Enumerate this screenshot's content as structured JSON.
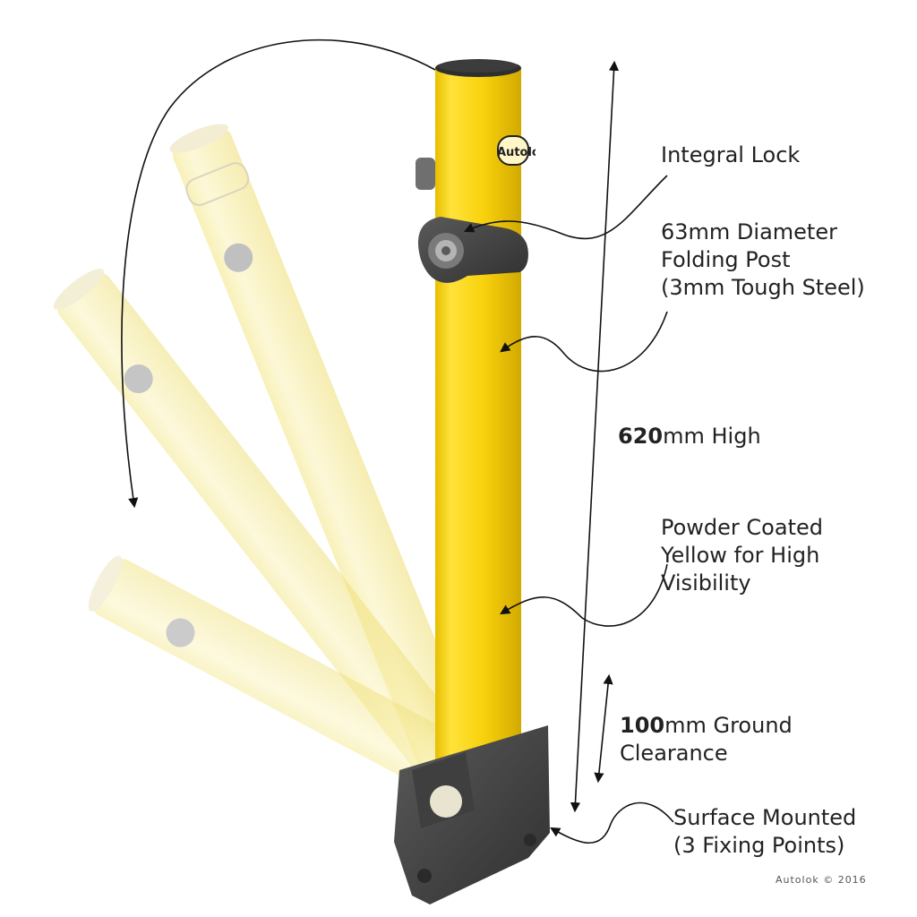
{
  "product": {
    "brand_logo": "Autolok",
    "colors": {
      "post_yellow": "#f7d417",
      "post_shadow": "#d9b200",
      "ghost_yellow": "#f8ef9e",
      "cast_iron": "#4a4a4a",
      "annotation_line": "#111111"
    }
  },
  "annotations": {
    "integral_lock": "Integral Lock",
    "folding_post": [
      "63mm Diameter",
      "Folding Post",
      "(3mm Tough Steel)"
    ],
    "height": {
      "value": "620",
      "text": "mm High"
    },
    "coating": [
      "Powder Coated",
      "Yellow for High",
      "Visibility"
    ],
    "clearance": {
      "value": "100",
      "text": "mm Ground",
      "line2": "Clearance"
    },
    "mounting": [
      "Surface Mounted",
      "(3 Fixing Points)"
    ]
  },
  "footer": {
    "copyright": "Autolok © 2016"
  }
}
